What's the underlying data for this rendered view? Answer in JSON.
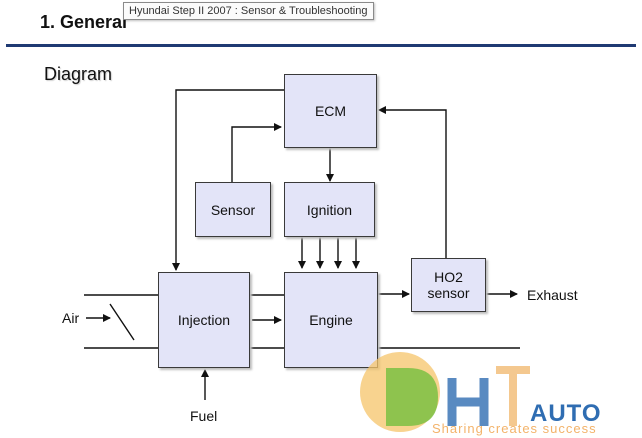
{
  "header": {
    "title": "1. General",
    "tooltip": "Hyundai Step II 2007 : Sensor & Troubleshooting"
  },
  "section": {
    "title": "Diagram"
  },
  "diagram": {
    "blocks": {
      "ecm": "ECM",
      "sensor": "Sensor",
      "ignition": "Ignition",
      "injection": "Injection",
      "engine": "Engine",
      "ho2_line1": "HO2",
      "ho2_line2": "sensor"
    },
    "labels": {
      "air": "Air",
      "fuel": "Fuel",
      "exhaust": "Exhaust"
    }
  },
  "watermark": {
    "brand": "AUTO",
    "tagline": "Sharing creates success"
  },
  "colors": {
    "rule": "#1f3a73",
    "box_fill": "#e3e4f8"
  }
}
